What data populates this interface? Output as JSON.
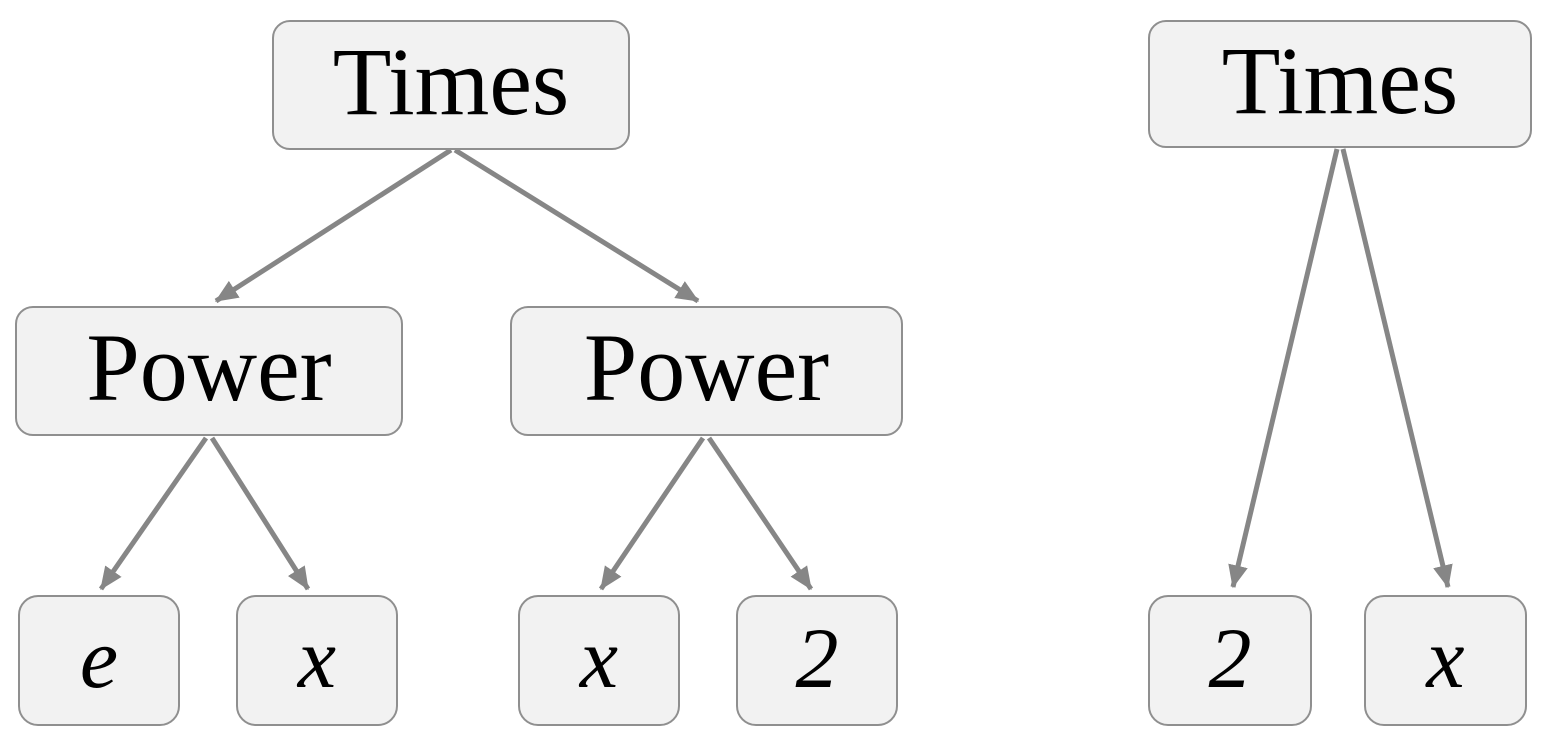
{
  "diagram": {
    "kind": "expression-trees",
    "colors": {
      "node_fill": "#f2f2f2",
      "node_border": "#8f8f8f",
      "edge": "#868686",
      "text": "#000000",
      "canvas_bg": "#ffffff"
    },
    "trees": [
      {
        "name": "left-tree",
        "nodes": [
          {
            "id": "times",
            "label": "Times",
            "type": "operator"
          },
          {
            "id": "power1",
            "label": "Power",
            "type": "operator"
          },
          {
            "id": "power2",
            "label": "Power",
            "type": "operator"
          },
          {
            "id": "e",
            "label": "e",
            "type": "leaf"
          },
          {
            "id": "x1",
            "label": "x",
            "type": "leaf"
          },
          {
            "id": "x2",
            "label": "x",
            "type": "leaf"
          },
          {
            "id": "two",
            "label": "2",
            "type": "leaf"
          }
        ],
        "edges": [
          [
            "times",
            "power1"
          ],
          [
            "times",
            "power2"
          ],
          [
            "power1",
            "e"
          ],
          [
            "power1",
            "x1"
          ],
          [
            "power2",
            "x2"
          ],
          [
            "power2",
            "two"
          ]
        ]
      },
      {
        "name": "right-tree",
        "nodes": [
          {
            "id": "times",
            "label": "Times",
            "type": "operator"
          },
          {
            "id": "two",
            "label": "2",
            "type": "leaf"
          },
          {
            "id": "x",
            "label": "x",
            "type": "leaf"
          }
        ],
        "edges": [
          [
            "times",
            "two"
          ],
          [
            "times",
            "x"
          ]
        ]
      }
    ]
  }
}
